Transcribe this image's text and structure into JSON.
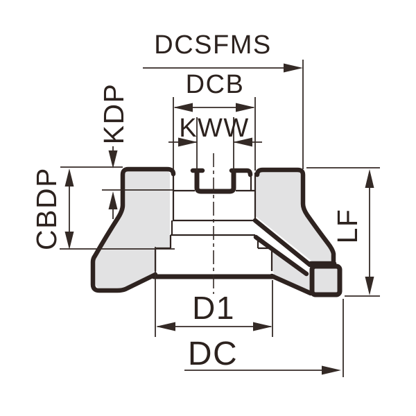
{
  "figure": {
    "type": "technical-drawing",
    "subject": "face-mill-cutter-cross-section",
    "labels": {
      "dcsfms": "DCSFMS",
      "dcb": "DCB",
      "kww": "KWW",
      "kdp": "KDP",
      "cbdp": "CBDP",
      "lf": "LF",
      "d1": "D1",
      "dc": "DC"
    }
  },
  "colors": {
    "line": "#2e2320",
    "dim": "#342a26",
    "ink": "#2c221e",
    "fill": "#e2e2e3",
    "background": "#ffffff"
  }
}
